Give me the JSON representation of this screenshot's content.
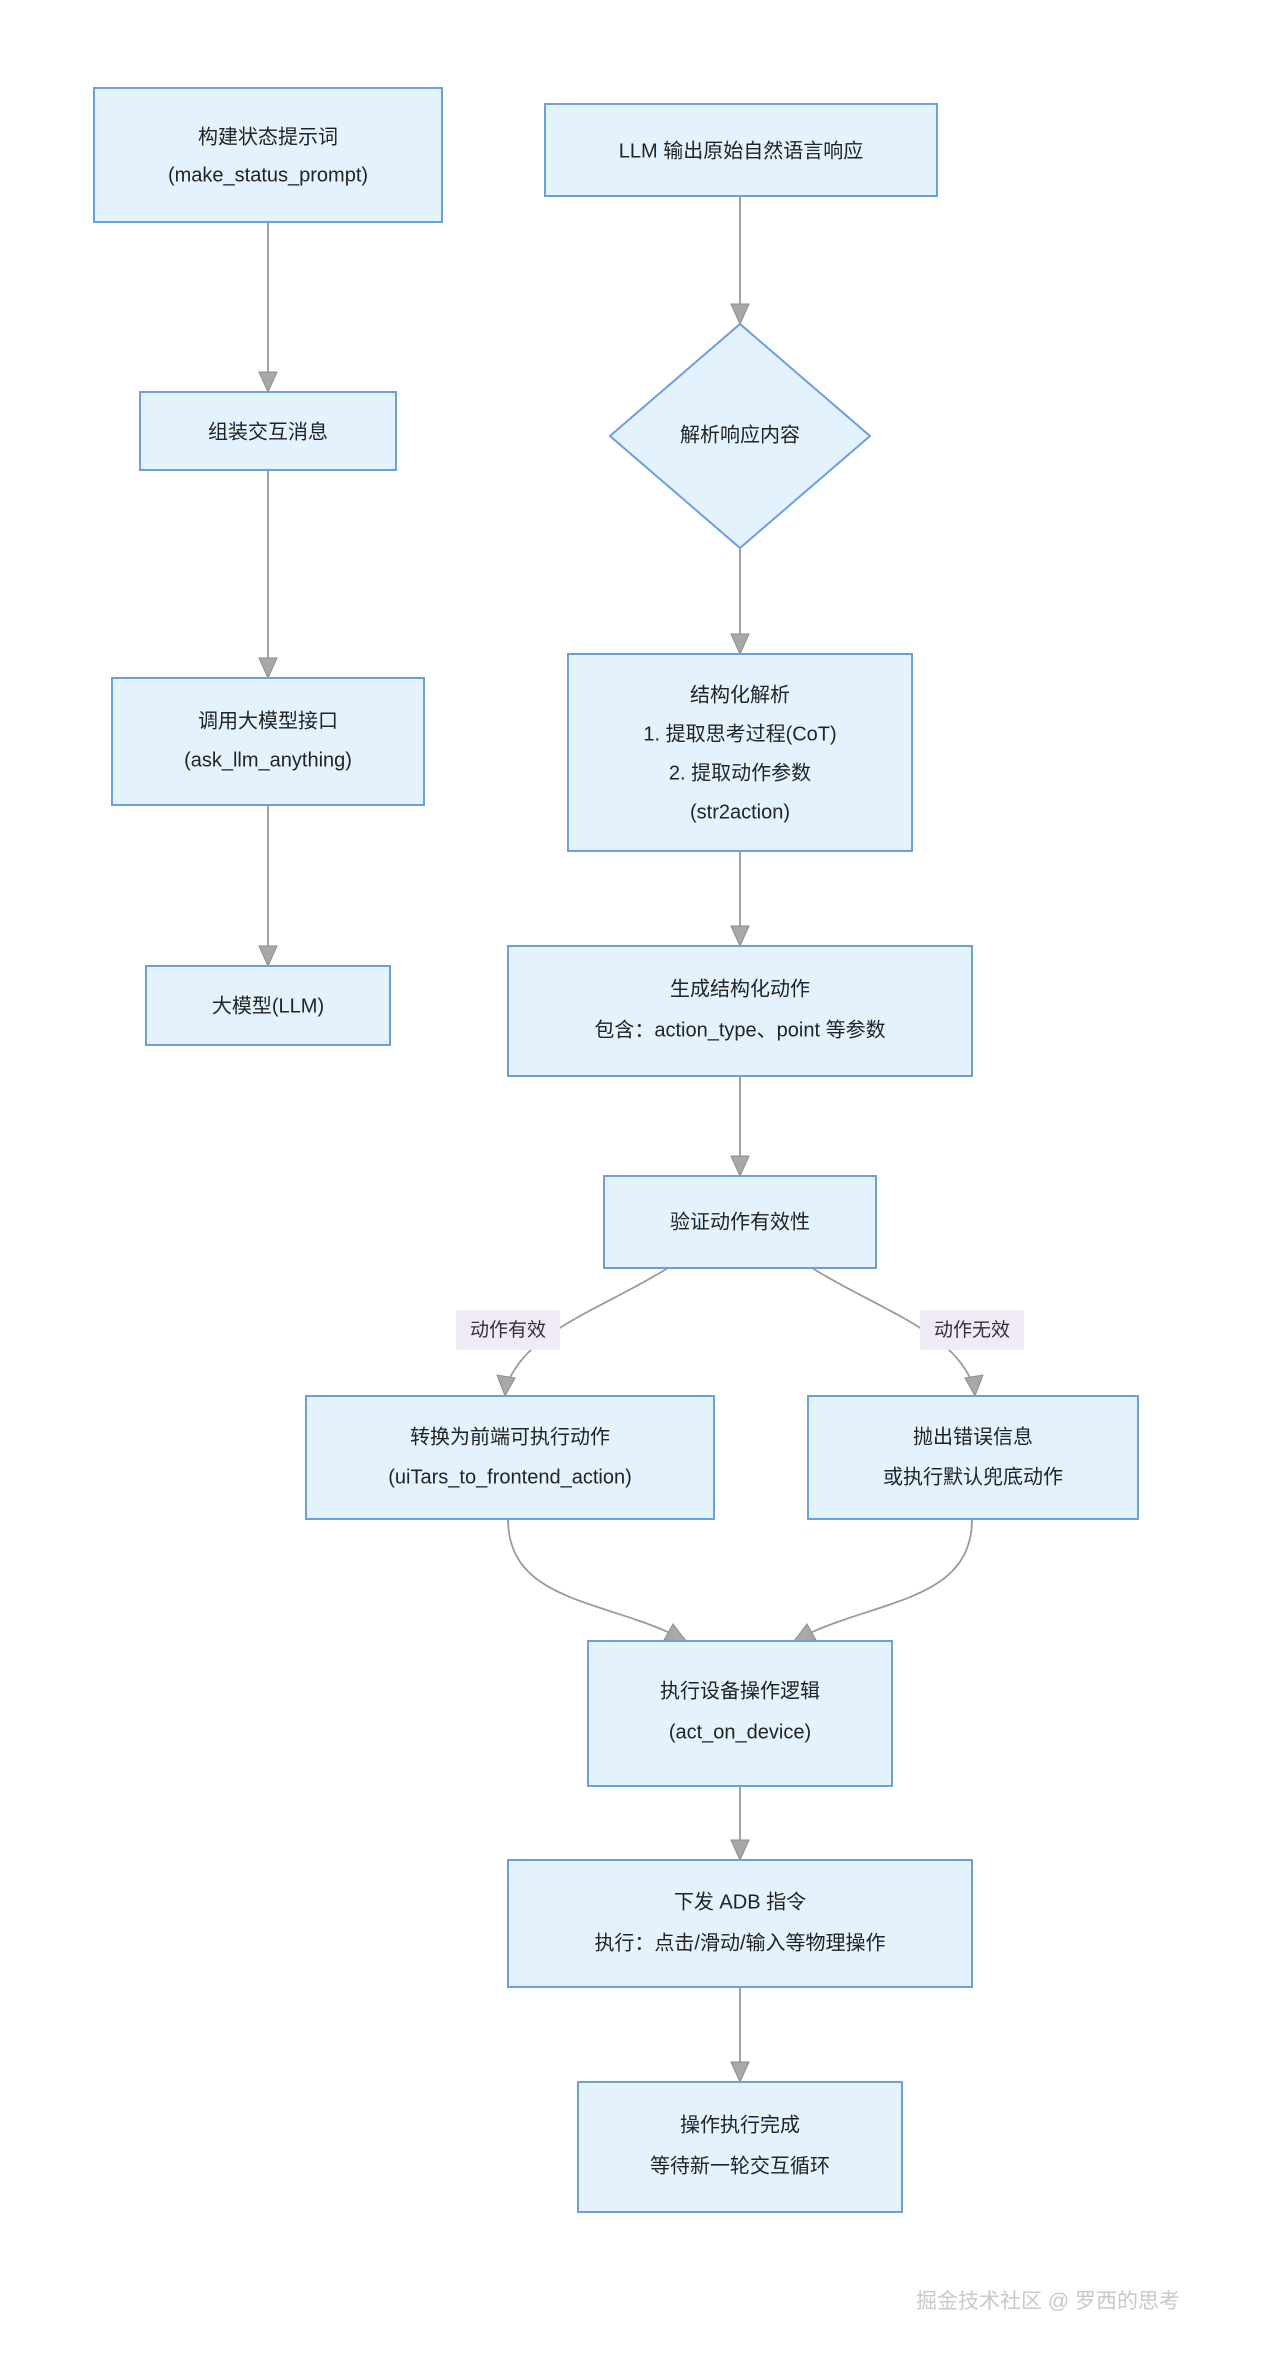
{
  "diagram": {
    "type": "flowchart",
    "title": "",
    "background_color": "#ffffff",
    "node_fill": "#e3f2fd",
    "node_stroke": "#6c9fe0",
    "edge_color": "#9a9a9a",
    "label_fill": "#f0eaf7",
    "nodes": [
      {
        "id": "make_status_prompt",
        "shape": "rect",
        "lines": [
          "构建状态提示词",
          "(make_status_prompt)"
        ]
      },
      {
        "id": "assemble_messages",
        "shape": "rect",
        "lines": [
          "组装交互消息"
        ]
      },
      {
        "id": "ask_llm",
        "shape": "rect",
        "lines": [
          "调用大模型接口",
          "(ask_llm_anything)"
        ]
      },
      {
        "id": "llm",
        "shape": "rect",
        "lines": [
          "大模型(LLM)"
        ]
      },
      {
        "id": "llm_raw_output",
        "shape": "rect",
        "lines": [
          "LLM 输出原始自然语言响应"
        ]
      },
      {
        "id": "parse_response",
        "shape": "diamond",
        "lines": [
          "解析响应内容"
        ]
      },
      {
        "id": "structured_parse",
        "shape": "rect",
        "lines": [
          "结构化解析",
          "1. 提取思考过程(CoT)",
          "2. 提取动作参数",
          "(str2action)"
        ]
      },
      {
        "id": "generate_action",
        "shape": "rect",
        "lines": [
          "生成结构化动作",
          "包含：action_type、point 等参数"
        ]
      },
      {
        "id": "validate_action",
        "shape": "rect",
        "lines": [
          "验证动作有效性"
        ]
      },
      {
        "id": "to_frontend_action",
        "shape": "rect",
        "lines": [
          "转换为前端可执行动作",
          "(uiTars_to_frontend_action)"
        ]
      },
      {
        "id": "throw_error",
        "shape": "rect",
        "lines": [
          "抛出错误信息",
          "或执行默认兜底动作"
        ]
      },
      {
        "id": "act_on_device",
        "shape": "rect",
        "lines": [
          "执行设备操作逻辑",
          "(act_on_device)"
        ]
      },
      {
        "id": "adb_command",
        "shape": "rect",
        "lines": [
          "下发 ADB 指令",
          "执行：点击/滑动/输入等物理操作"
        ]
      },
      {
        "id": "done",
        "shape": "rect",
        "lines": [
          "操作执行完成",
          "等待新一轮交互循环"
        ]
      }
    ],
    "edges": [
      {
        "from": "make_status_prompt",
        "to": "assemble_messages",
        "label": ""
      },
      {
        "from": "assemble_messages",
        "to": "ask_llm",
        "label": ""
      },
      {
        "from": "ask_llm",
        "to": "llm",
        "label": ""
      },
      {
        "from": "llm_raw_output",
        "to": "parse_response",
        "label": ""
      },
      {
        "from": "parse_response",
        "to": "structured_parse",
        "label": ""
      },
      {
        "from": "structured_parse",
        "to": "generate_action",
        "label": ""
      },
      {
        "from": "generate_action",
        "to": "validate_action",
        "label": ""
      },
      {
        "from": "validate_action",
        "to": "to_frontend_action",
        "label": "动作有效"
      },
      {
        "from": "validate_action",
        "to": "throw_error",
        "label": "动作无效"
      },
      {
        "from": "to_frontend_action",
        "to": "act_on_device",
        "label": ""
      },
      {
        "from": "throw_error",
        "to": "act_on_device",
        "label": ""
      },
      {
        "from": "act_on_device",
        "to": "adb_command",
        "label": ""
      },
      {
        "from": "adb_command",
        "to": "done",
        "label": ""
      }
    ],
    "edge_labels": {
      "valid": "动作有效",
      "invalid": "动作无效"
    }
  },
  "watermark": {
    "text": "掘金技术社区 @ 罗西的思考"
  }
}
